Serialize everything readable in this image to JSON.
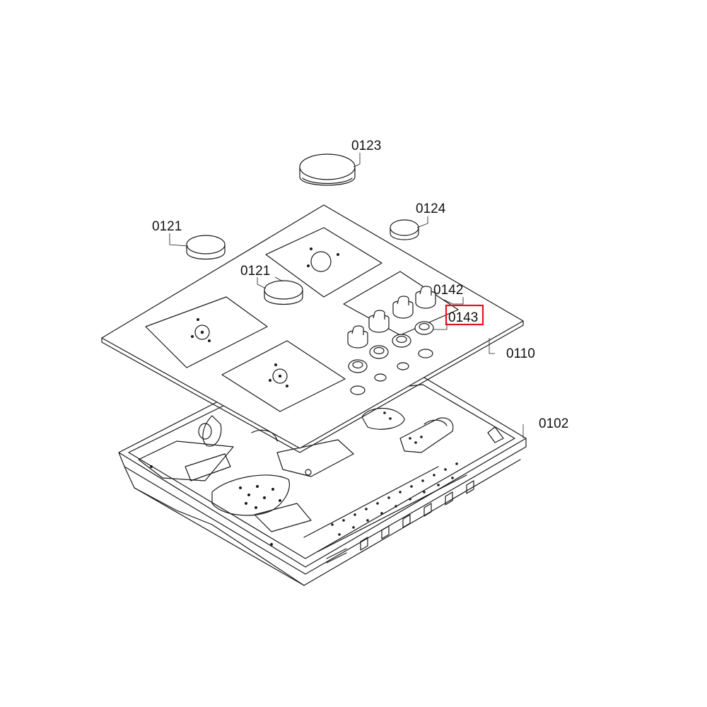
{
  "labels": {
    "burner_cap_large": "0123",
    "burner_cap_small": "0124",
    "burner_cap_left": "0121",
    "burner_cap_middle": "0121",
    "knob": "0142",
    "knob_ring": "0143",
    "hob_top": "0110",
    "base_tray": "0102"
  },
  "highlight": {
    "target": "knob_ring",
    "color": "#e0141e"
  }
}
